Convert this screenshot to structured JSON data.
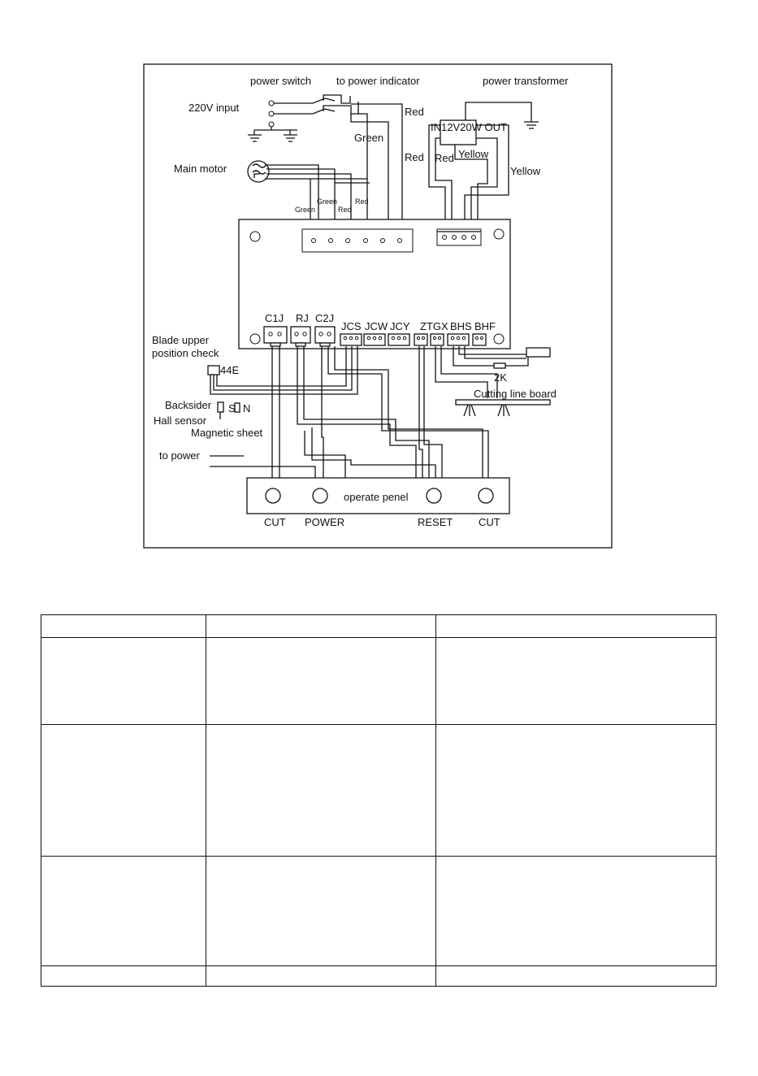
{
  "diagram": {
    "labels": {
      "power_switch": "power switch",
      "to_power_indicator": "to power indicator",
      "power_transformer": "power transformer",
      "input_220v": "220V input",
      "red_1": "Red",
      "red_2": "Red",
      "red_3": "Red",
      "green_big": "Green",
      "transformer_box": "IN12V20W OUT",
      "yellow_1": "Yellow",
      "yellow_2": "Yellow",
      "main_motor": "Main motor",
      "green_small_1": "Green",
      "green_small_2": "Green",
      "red_small_1": "Red",
      "red_small_2": "Red",
      "blade_upper_1": "Blade upper",
      "blade_upper_2": "position check",
      "sensor_44e": "44E",
      "backsider": "Backsider",
      "hall_sensor": "Hall sensor",
      "sn": "S",
      "n": "N",
      "magnetic_sheet": "Magnetic sheet",
      "to_power": "to power",
      "resistor_2k": "2K",
      "cutting_line_board": "Cutting line board",
      "operate_panel": "operate penel"
    },
    "connectors": [
      "C1J",
      "RJ",
      "C2J",
      "JCS",
      "JCW",
      "JCY",
      "ZTGX",
      "BHS",
      "BHF"
    ],
    "panel_buttons": [
      "CUT",
      "POWER",
      "RESET",
      "CUT"
    ]
  },
  "table": {
    "rows": [
      [
        "",
        "",
        ""
      ],
      [
        "",
        "",
        ""
      ],
      [
        "",
        "",
        ""
      ],
      [
        "",
        "",
        ""
      ],
      [
        "",
        "",
        ""
      ]
    ]
  }
}
